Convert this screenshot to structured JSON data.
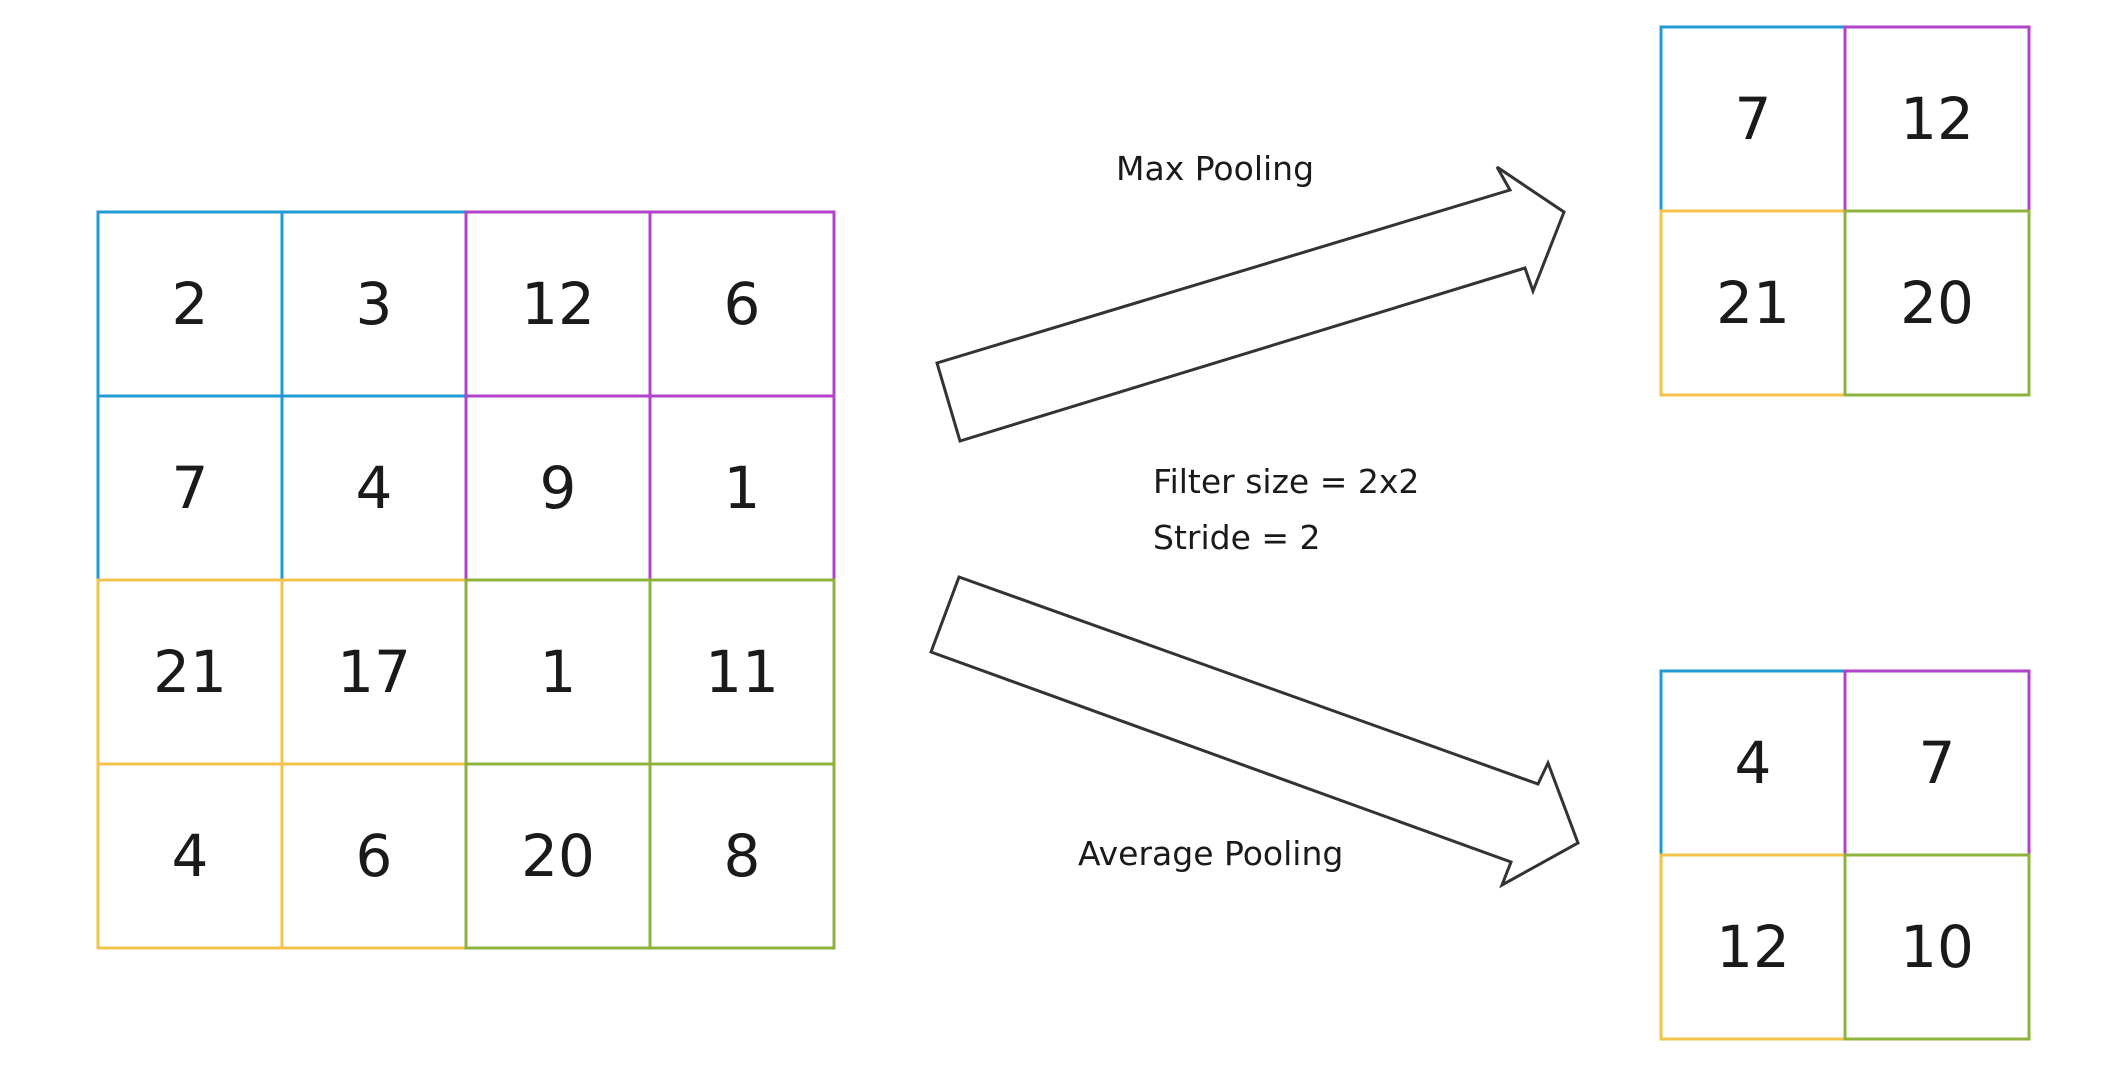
{
  "colors": {
    "top_left": "#1f9bd1",
    "top_right": "#b043c9",
    "bottom_left": "#f3c24a",
    "bottom_right": "#8db33c",
    "text": "#1a1a1a",
    "arrow_stroke": "#333333"
  },
  "input_grid": {
    "rows": [
      [
        "2",
        "3",
        "12",
        "6"
      ],
      [
        "7",
        "4",
        "9",
        "1"
      ],
      [
        "21",
        "17",
        "1",
        "11"
      ],
      [
        "4",
        "6",
        "20",
        "8"
      ]
    ]
  },
  "max_pooling": {
    "label": "Max Pooling",
    "rows": [
      [
        "7",
        "12"
      ],
      [
        "21",
        "20"
      ]
    ]
  },
  "average_pooling": {
    "label": "Average Pooling",
    "rows": [
      [
        "4",
        "7"
      ],
      [
        "12",
        "10"
      ]
    ]
  },
  "params": {
    "filter_size": "Filter size = 2x2",
    "stride": "Stride  = 2"
  }
}
